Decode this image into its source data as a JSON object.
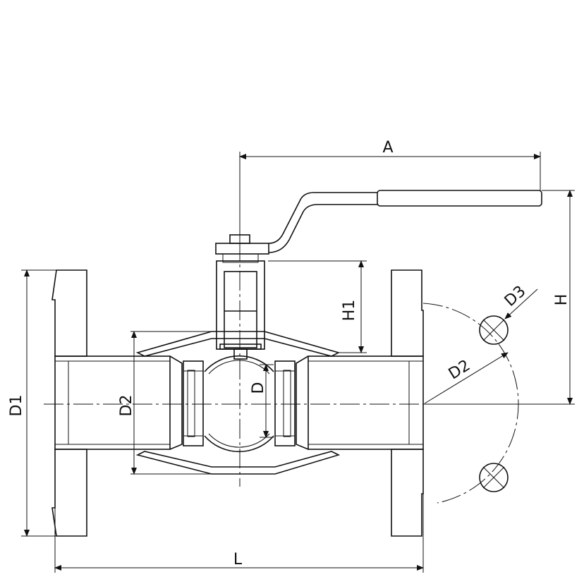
{
  "drawing": {
    "title": "Flanged ball valve dimension drawing",
    "labels": {
      "A": "A",
      "H": "H",
      "H1": "H1",
      "D1": "D1",
      "D2_body": "D2",
      "D2_bolt_circle": "D2",
      "D": "D",
      "D3": "D3",
      "L": "L"
    }
  }
}
